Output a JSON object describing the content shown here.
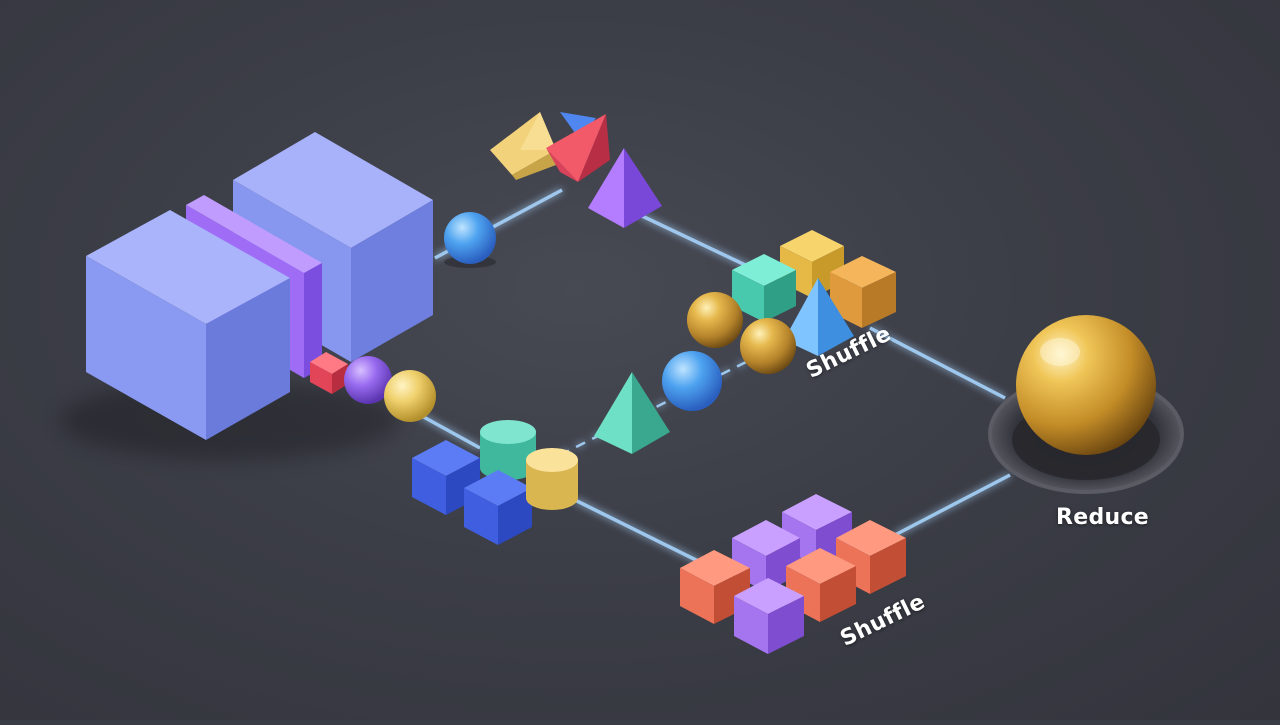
{
  "labels": {
    "shuffle_top": "Shuffle",
    "shuffle_bottom": "Shuffle",
    "reduce": "Reduce"
  },
  "colors": {
    "background": "#3c3e47",
    "link_glow": "#9fd0ff",
    "periwinkle": "#8d9cf0",
    "violet": "#a577f0",
    "blue": "#3d5fe0",
    "sky_blue": "#4aa6f0",
    "teal": "#4fcfb5",
    "yellow": "#f0cd6a",
    "orange": "#e99a45",
    "coral": "#f07a5d",
    "lilac": "#b37cf0",
    "red": "#e8485a",
    "gold": "#d9a540"
  }
}
